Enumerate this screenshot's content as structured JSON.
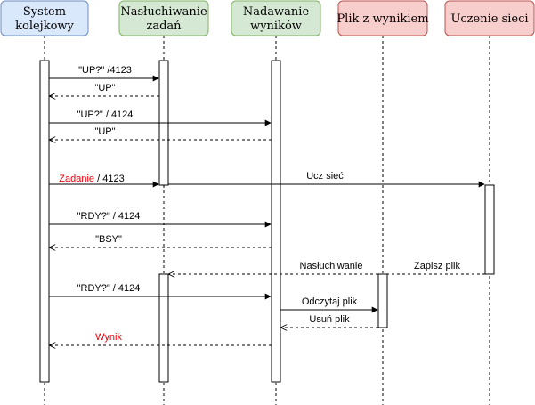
{
  "participants": {
    "system": {
      "line1": "System",
      "line2": "kolejkowy",
      "fill": "#dae8fc",
      "stroke": "#6c8ebf"
    },
    "listen": {
      "line1": "Nasłuchiwanie",
      "line2": "zadań",
      "fill": "#d5e8d4",
      "stroke": "#82b366"
    },
    "send": {
      "line1": "Nadawanie",
      "line2": "wyników",
      "fill": "#d5e8d4",
      "stroke": "#82b366"
    },
    "file": {
      "line1": "Plik z wynikiem",
      "fill": "#f8cecc",
      "stroke": "#b85450"
    },
    "learn": {
      "line1": "Uczenie sieci",
      "fill": "#f8cecc",
      "stroke": "#b85450"
    }
  },
  "messages": {
    "m1": "\"UP?\" /4123",
    "m2": "\"UP\"",
    "m3": "\"UP?\" / 4124",
    "m4": "\"UP\"",
    "m5_red": "Zadanie",
    "m5_rest": " / 4123",
    "m6": "Ucz sieć",
    "m7": "\"RDY?\" / 4124",
    "m8": "\"BSY\"",
    "m9": "Nasłuchiwanie",
    "m10": "Zapisz plik",
    "m11": "\"RDY?\" / 4124",
    "m12": "Odczytaj plik",
    "m13": "Usuń plik",
    "m14": "Wynik"
  },
  "colors": {
    "accent_red": "#e8000b"
  }
}
